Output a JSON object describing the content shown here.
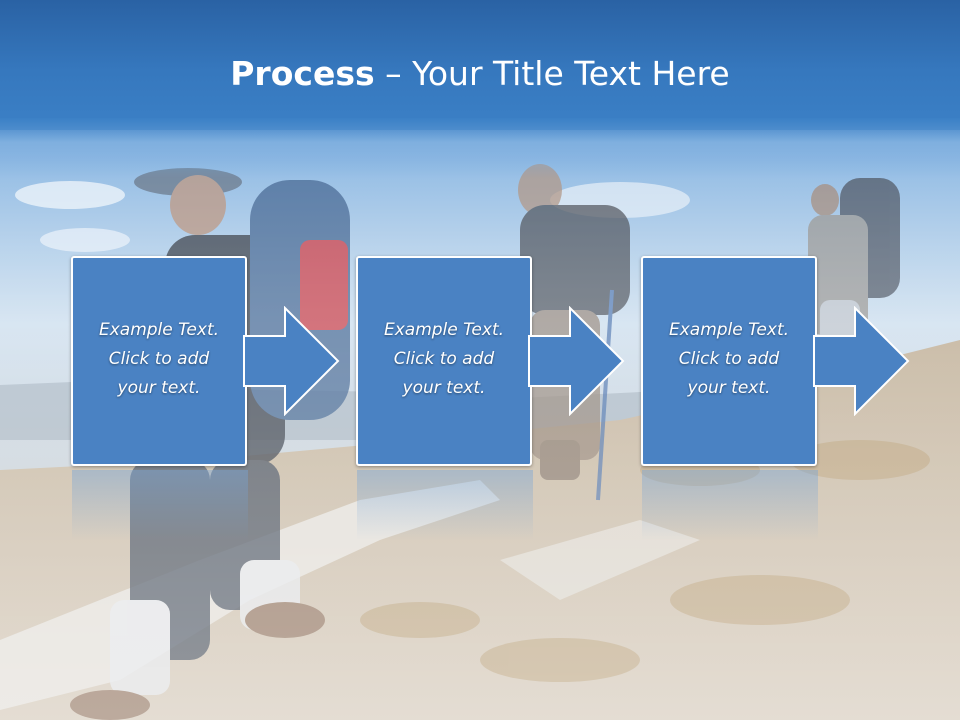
{
  "slide": {
    "title_bold": "Process",
    "title_rest": " – Your Title Text Here",
    "steps": [
      {
        "line1": "Example Text.",
        "line2": "Click  to add",
        "line3": "your text."
      },
      {
        "line1": "Example Text.",
        "line2": "Click  to add",
        "line3": "your text."
      },
      {
        "line1": "Example Text.",
        "line2": "Click  to add",
        "line3": "your text."
      }
    ]
  },
  "colors": {
    "title_band": "#3678be",
    "box_fill": "#4a82c3",
    "box_border": "#ffffff",
    "text": "#ffffff"
  },
  "background_image": "hikers-on-mountain-ridge-photo"
}
